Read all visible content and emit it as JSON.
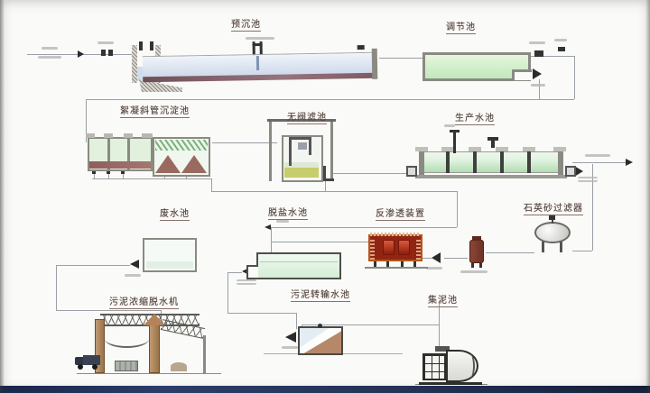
{
  "diagram": {
    "type": "water-treatment-process-flow-diagram",
    "labels": {
      "pre_sedimentation_tank": "预沉池",
      "equalization_tank": "调节池",
      "flocculation_tube_settler": "絮凝斜管沉淀池",
      "valveless_filter": "无阀滤池",
      "production_water_tank": "生产水池",
      "waste_water_tank": "废水池",
      "demineralized_water_tank": "脱盐水池",
      "reverse_osmosis_unit": "反渗透装置",
      "quartz_sand_filter": "石英砂过滤器",
      "sludge_thickening_dewatering_machine": "污泥浓缩脱水机",
      "sludge_transfer_tank": "污泥转输水池",
      "sludge_collection_tank": "集泥池"
    },
    "colors": {
      "tank_water_green": "#cdeccd",
      "tank_water_blue": "#dce6f2",
      "sludge_maroon": "#8a5f5f",
      "ro_shell_orange": "#b4571c",
      "ro_core_red": "#8f2512",
      "cartridge_filter_brown": "#7c4030",
      "structure_gray": "#8a8a82",
      "pipe_line_gray": "#9aa0a6",
      "label_text": "#5c4a44",
      "footer_bar_navy": "#1d2c52",
      "gantry_column_brown": "#b08963"
    }
  }
}
